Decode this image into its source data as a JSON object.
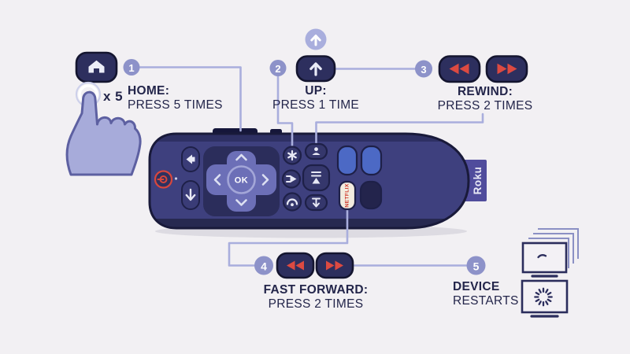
{
  "steps": [
    {
      "num": "1",
      "title": "HOME:",
      "subtitle": "PRESS 5 TIMES"
    },
    {
      "num": "2",
      "title": "UP:",
      "subtitle": "PRESS 1 TIME"
    },
    {
      "num": "3",
      "title": "REWIND:",
      "subtitle": "PRESS 2 TIMES"
    },
    {
      "num": "4",
      "title": "FAST FORWARD:",
      "subtitle": "PRESS 2 TIMES"
    },
    {
      "num": "5",
      "title": "DEVICE",
      "subtitle": "RESTARTS"
    }
  ],
  "hand": {
    "press_count": "x 5"
  },
  "remote": {
    "brand": "Roku",
    "ok_label": "OK",
    "netflix_label": "NETFLIX"
  },
  "icons": {
    "home": "house glyph",
    "up": "arrow-up",
    "rewind": "double-triangle-left",
    "fast_forward": "double-triangle-right",
    "power": "power-circle",
    "back": "back-arrow",
    "options": "asterisk",
    "replay": "arrow-right",
    "headphones": "arc-dot",
    "restart": "loading-spinner",
    "tv": "screen-outline"
  },
  "colors": {
    "background": "#f2f0f3",
    "remote_body": "#3e407e",
    "remote_edge_dark": "#191a3a",
    "accent_line": "#a9aedd",
    "badge": "#8d92c9",
    "red_accent": "#dc4a41",
    "text": "#23254a",
    "dpad": "#6c6fb7",
    "app_blue": "#4c69c5",
    "netflix_bg": "#f2ecdf",
    "netflix_red": "#cf372b",
    "roku_tag": "#504c9c",
    "hand_fill": "#a7abda",
    "hand_outline": "#5d60a1",
    "button_dark": "#2d2f5e"
  }
}
